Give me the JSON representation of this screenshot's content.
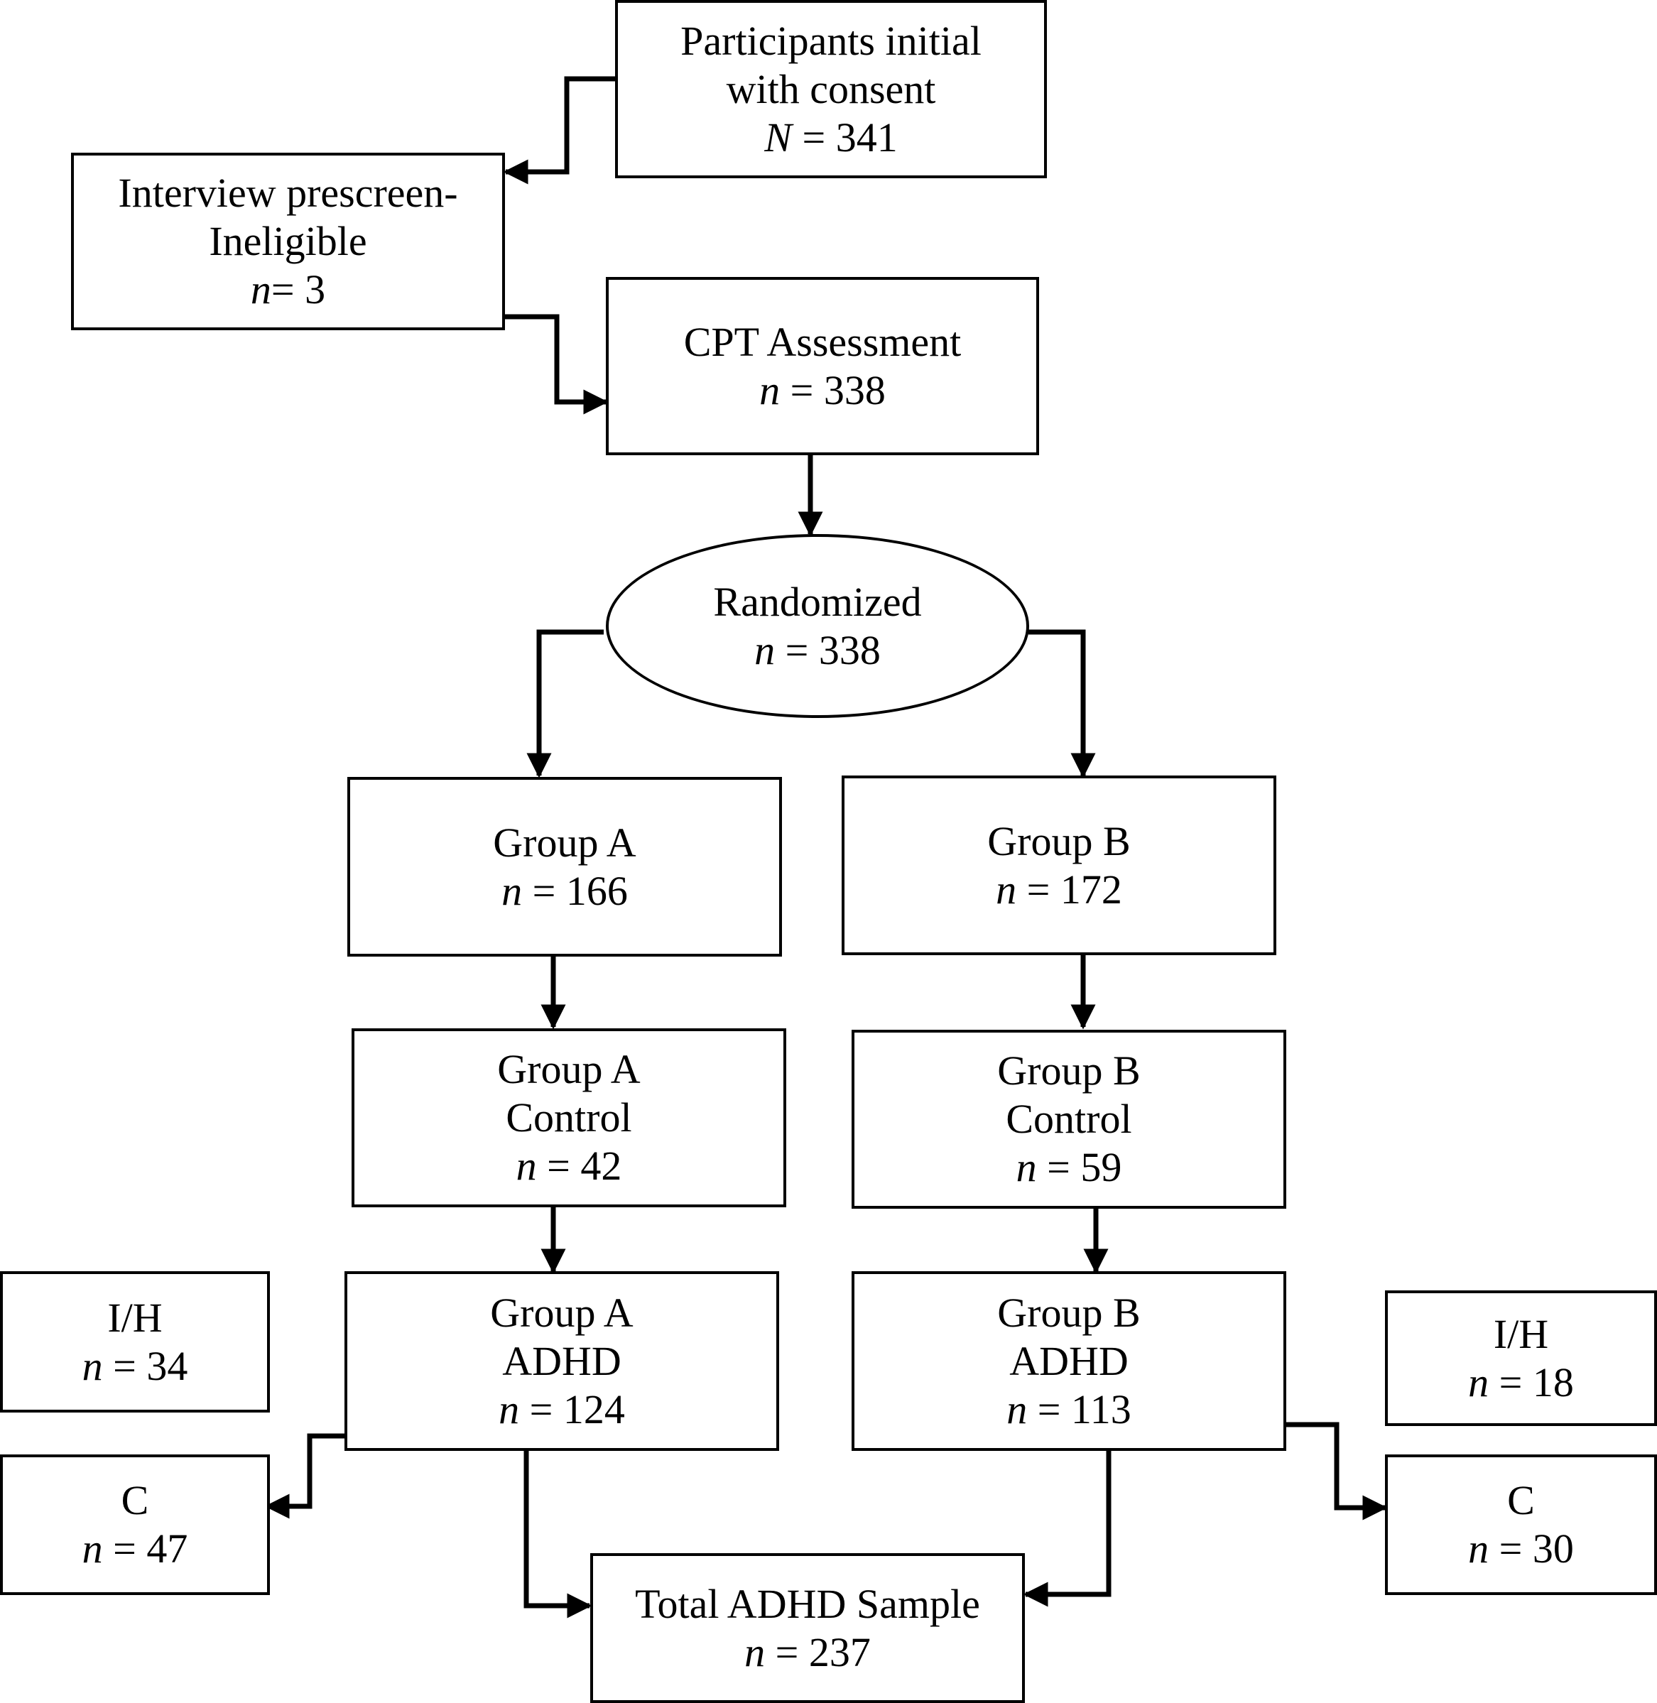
{
  "nodes": {
    "initial": {
      "lines": [
        "Participants initial",
        "with consent"
      ],
      "var": "N",
      "value": "341"
    },
    "prescreen": {
      "lines": [
        "Interview prescreen-",
        "Ineligible"
      ],
      "var": "n",
      "eq": "= ",
      "value": "3"
    },
    "cpt": {
      "lines": [
        "CPT Assessment"
      ],
      "var": "n",
      "value": "338"
    },
    "randomized": {
      "lines": [
        "Randomized"
      ],
      "var": "n",
      "value": "338"
    },
    "group_a": {
      "lines": [
        "Group A"
      ],
      "var": "n",
      "value": "166"
    },
    "group_b": {
      "lines": [
        "Group B"
      ],
      "var": "n",
      "value": "172"
    },
    "a_control": {
      "lines": [
        "Group A",
        "Control"
      ],
      "var": "n",
      "value": "42"
    },
    "b_control": {
      "lines": [
        "Group B",
        "Control"
      ],
      "var": "n",
      "value": "59"
    },
    "a_adhd": {
      "lines": [
        "Group A",
        "ADHD"
      ],
      "var": "n",
      "value": "124"
    },
    "b_adhd": {
      "lines": [
        "Group B",
        "ADHD"
      ],
      "var": "n",
      "value": "113"
    },
    "a_ih": {
      "lines": [
        "I/H"
      ],
      "var": "n",
      "value": "34"
    },
    "a_c": {
      "lines": [
        "C"
      ],
      "var": "n",
      "value": "47"
    },
    "b_ih": {
      "lines": [
        "I/H"
      ],
      "var": "n",
      "value": "18"
    },
    "b_c": {
      "lines": [
        "C"
      ],
      "var": "n",
      "value": "30"
    },
    "total": {
      "lines": [
        "Total ADHD Sample"
      ],
      "var": "n",
      "value": "237"
    }
  }
}
